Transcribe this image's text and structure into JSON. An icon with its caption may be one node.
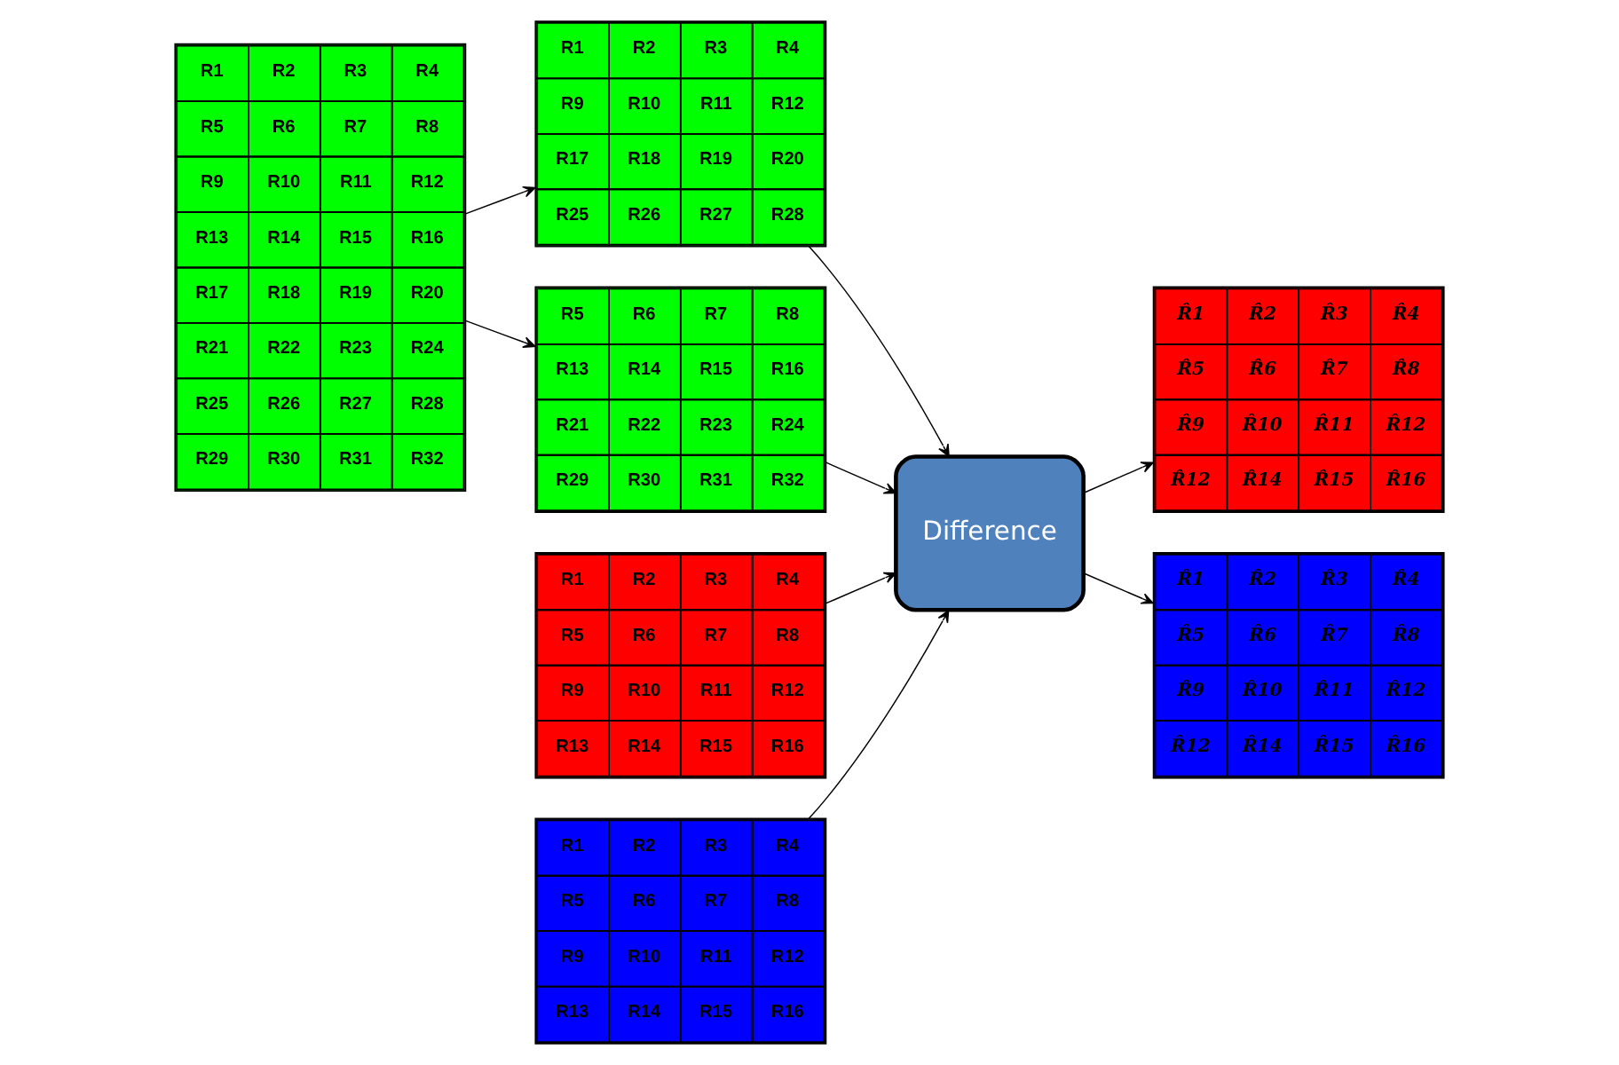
{
  "diagram": {
    "nodes": [
      {
        "text": [
          "R1",
          "R2",
          "R3",
          "R4",
          "R5",
          "R6",
          "R7",
          "R8",
          "R9",
          "R10",
          "R11",
          "R12",
          "R13",
          "R14",
          "R15",
          "R16",
          "R17",
          "R18",
          "R19",
          "R20",
          "R21",
          "R22",
          "R23",
          "R24",
          "R25",
          "R26",
          "R27",
          "R28",
          "R29",
          "R30",
          "R31",
          "R32"
        ]
      },
      {
        "text": [
          "R1",
          "R2",
          "R3",
          "R4",
          "R9",
          "R10",
          "R11",
          "R12",
          "R17",
          "R18",
          "R19",
          "R20",
          "R25",
          "R26",
          "R27",
          "R28"
        ]
      },
      {
        "text": [
          "R5",
          "R6",
          "R7",
          "R8",
          "R13",
          "R14",
          "R15",
          "R16",
          "R21",
          "R22",
          "R23",
          "R24",
          "R29",
          "R30",
          "R31",
          "R32"
        ]
      },
      {
        "text": [
          "R1",
          "R2",
          "R3",
          "R4",
          "R5",
          "R6",
          "R7",
          "R8",
          "R9",
          "R10",
          "R11",
          "R12",
          "R13",
          "R14",
          "R15",
          "R16"
        ]
      },
      {
        "text": [
          "Difference"
        ]
      },
      {
        "text": [
          "R̂1",
          "R̂2",
          "R̂3",
          "R̂4",
          "R̂5",
          "R̂6",
          "R̂7",
          "R̂8",
          "R̂9",
          "R̂10",
          "R̂11",
          "R̂12",
          "R̂12",
          "R̂14",
          "R̂15",
          "R̂16"
        ]
      },
      {
        "text": [
          "R̂1",
          "R̂2",
          "R̂3",
          "R̂4",
          "R̂5",
          "R̂6",
          "R̂7",
          "R̂8",
          "R̂9",
          "R̂10",
          "R̂11",
          "R̂12",
          "R̂12",
          "R̂14",
          "R̂15",
          "R̂16"
        ]
      },
      {
        "text": [
          "R1",
          "R2",
          "R3",
          "R4",
          "R5",
          "R6",
          "R7",
          "R8",
          "R9",
          "R10",
          "R11",
          "R12",
          "R13",
          "R14",
          "R15",
          "R16"
        ]
      }
    ],
    "edges": [
      {
        "from": 0,
        "to": 1,
        "arrow": "to"
      },
      {
        "from": 0,
        "to": 2,
        "arrow": "to"
      },
      {
        "from": 1,
        "to": 4,
        "arrow": "to"
      },
      {
        "from": 2,
        "to": 4,
        "arrow": "to"
      },
      {
        "from": 3,
        "to": 4,
        "arrow": "to"
      },
      {
        "from": 7,
        "to": 4,
        "arrow": "to"
      },
      {
        "from": 4,
        "to": 5,
        "arrow": "to"
      },
      {
        "from": 4,
        "to": 6,
        "arrow": "to"
      }
    ]
  }
}
